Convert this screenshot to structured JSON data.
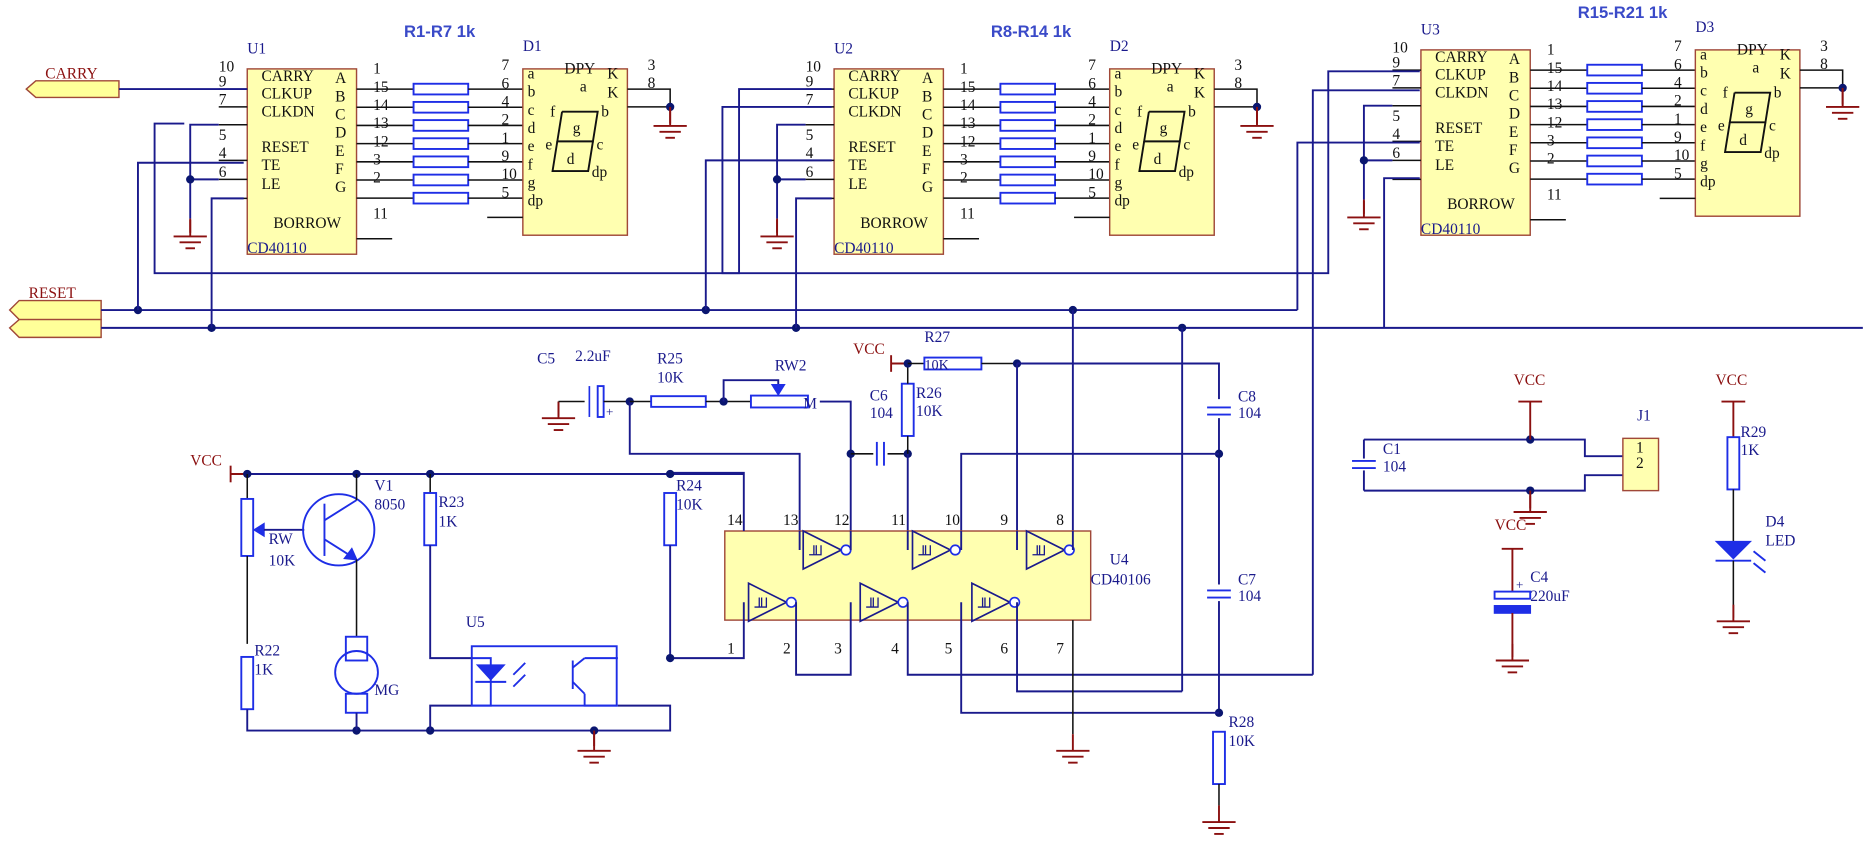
{
  "ports": {
    "carry": "CARRY",
    "reset": "RESET"
  },
  "counters": [
    {
      "ref": "U1",
      "part": "CD40110",
      "res_label": "R1-R7 1k",
      "disp_ref": "D1"
    },
    {
      "ref": "U2",
      "part": "CD40110",
      "res_label": "R8-R14 1k",
      "disp_ref": "D2"
    },
    {
      "ref": "U3",
      "part": "CD40110",
      "res_label": "R15-R21 1k",
      "disp_ref": "D3"
    }
  ],
  "counter_pins": {
    "left_nums": [
      "10",
      "9",
      "7",
      "5",
      "4",
      "6"
    ],
    "left_names": [
      "CARRY",
      "CLKUP",
      "CLKDN",
      "RESET",
      "TE",
      "LE"
    ],
    "right_names": [
      "A",
      "B",
      "C",
      "D",
      "E",
      "F",
      "G"
    ],
    "right_nums": [
      "1",
      "15",
      "14",
      "13",
      "12",
      "3",
      "2"
    ],
    "borrow_name": "BORROW",
    "borrow_num": "11"
  },
  "display_pins": {
    "title": "DPY",
    "left_nums": [
      "7",
      "6",
      "4",
      "2",
      "1",
      "9",
      "10",
      "5"
    ],
    "left_names": [
      "a",
      "b",
      "c",
      "d",
      "e",
      "f",
      "g",
      "dp"
    ],
    "k_label": "K",
    "k_nums": [
      "3",
      "8"
    ],
    "seg_labels": {
      "a": "a",
      "b": "b",
      "c": "c",
      "d": "d",
      "e": "e",
      "f": "f",
      "g": "g",
      "dp": "dp"
    }
  },
  "u4": {
    "ref": "U4",
    "part": "CD40106",
    "top_pins": [
      "14",
      "13",
      "12",
      "11",
      "10",
      "9",
      "8"
    ],
    "bottom_pins": [
      "1",
      "2",
      "3",
      "4",
      "5",
      "6",
      "7"
    ]
  },
  "components": {
    "c5": {
      "ref": "C5",
      "value": "2.2uF"
    },
    "r25": {
      "ref": "R25",
      "value": "10K"
    },
    "rw2": {
      "ref": "RW2",
      "pin": "M"
    },
    "vcc_r27": "VCC",
    "r27": {
      "ref": "R27",
      "value": "10K"
    },
    "c6": {
      "ref": "C6",
      "value": "104"
    },
    "r26": {
      "ref": "R26",
      "value": "10K"
    },
    "c8": {
      "ref": "C8",
      "value": "104"
    },
    "c7": {
      "ref": "C7",
      "value": "104"
    },
    "r28": {
      "ref": "R28",
      "value": "10K"
    },
    "vcc_main": "VCC",
    "v1": {
      "ref": "V1",
      "value": "8050"
    },
    "rw": {
      "ref": "RW",
      "value": "10K"
    },
    "r23": {
      "ref": "R23",
      "value": "1K"
    },
    "r24": {
      "ref": "R24",
      "value": "10K"
    },
    "r22": {
      "ref": "R22",
      "value": "1K"
    },
    "mg": {
      "ref": "MG"
    },
    "u5": {
      "ref": "U5"
    },
    "c1": {
      "ref": "C1",
      "value": "104"
    },
    "vcc_j1": "VCC",
    "j1": {
      "ref": "J1",
      "pins": [
        "1",
        "2"
      ]
    },
    "vcc_c4": "VCC",
    "c4": {
      "ref": "C4",
      "value": "220uF"
    },
    "vcc_led": "VCC",
    "r29": {
      "ref": "R29",
      "value": "1K"
    },
    "d4": {
      "ref": "D4",
      "value": "LED"
    }
  },
  "colors": {
    "wire": "#1a1a8c",
    "ic_fill": "#ffffb0",
    "ic_border": "#a04838",
    "power": "#8b1010",
    "component": "#1e2ee6"
  }
}
